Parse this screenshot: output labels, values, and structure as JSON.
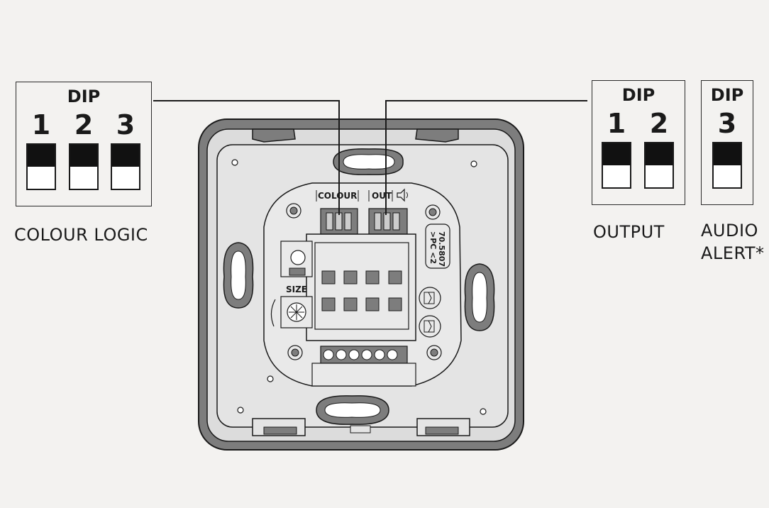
{
  "colour_logic": {
    "title": "DIP",
    "switches": [
      "1",
      "2",
      "3"
    ],
    "caption": "COLOUR LOGIC"
  },
  "output": {
    "title": "DIP",
    "switches": [
      "1",
      "2"
    ],
    "caption": "OUTPUT"
  },
  "audio": {
    "title": "DIP",
    "switches": [
      "3"
    ],
    "caption_line1": "AUDIO",
    "caption_line2": "ALERT*"
  },
  "device": {
    "colour_label": "COLOUR",
    "out_label": "OUT",
    "size_label": "SIZE",
    "part_line1": "70.5807",
    "part_line2": ">PC <2"
  }
}
